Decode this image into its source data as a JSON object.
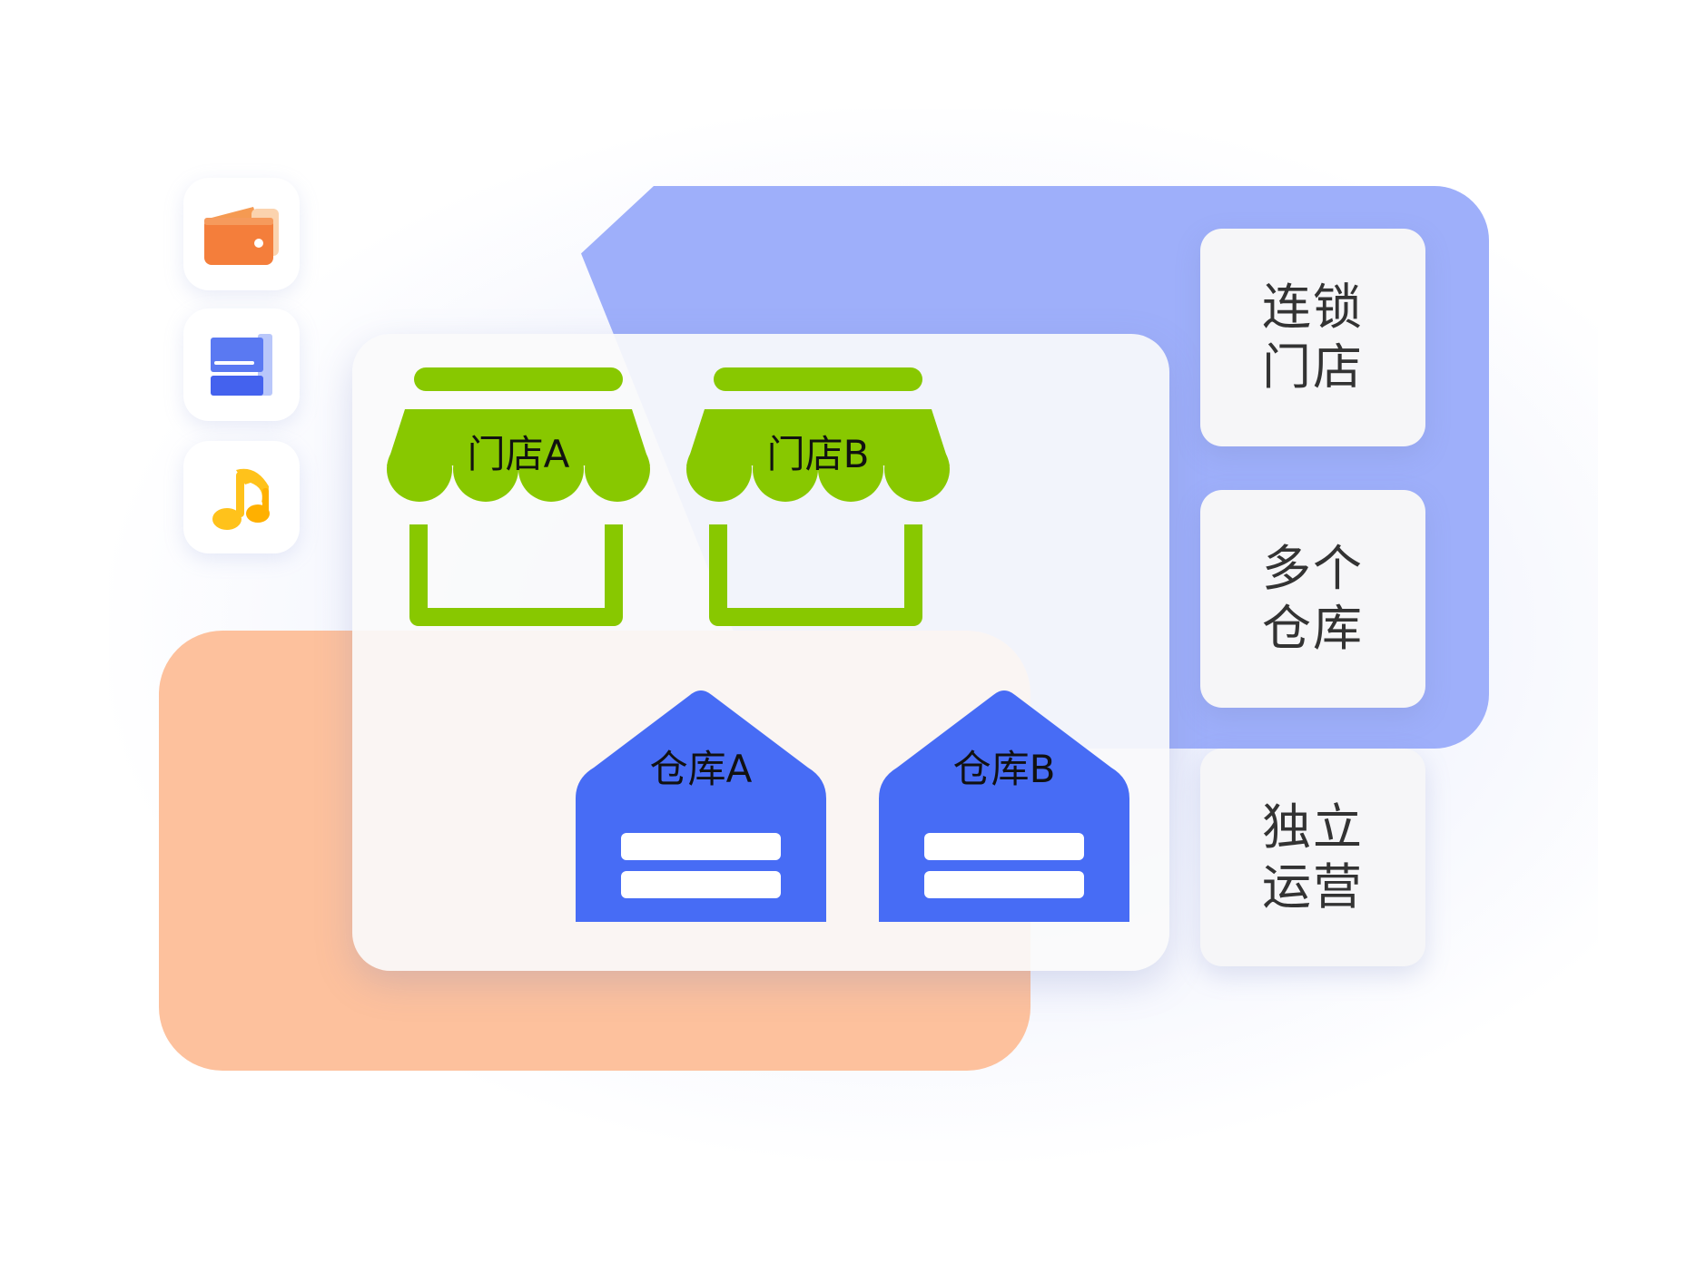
{
  "colors": {
    "store_green": "#88c800",
    "warehouse_blue": "#476cf5",
    "accent_lavender": "#9eaffa",
    "accent_peach": "#fdc19d"
  },
  "icons": [
    "wallet-icon",
    "folder-window-icon",
    "music-note-icon"
  ],
  "stores": [
    {
      "label": "门店A"
    },
    {
      "label": "门店B"
    }
  ],
  "warehouses": [
    {
      "label": "仓库A"
    },
    {
      "label": "仓库B"
    }
  ],
  "features": [
    {
      "line1": "连锁",
      "line2": "门店"
    },
    {
      "line1": "多个",
      "line2": "仓库"
    },
    {
      "line1": "独立",
      "line2": "运营"
    }
  ]
}
